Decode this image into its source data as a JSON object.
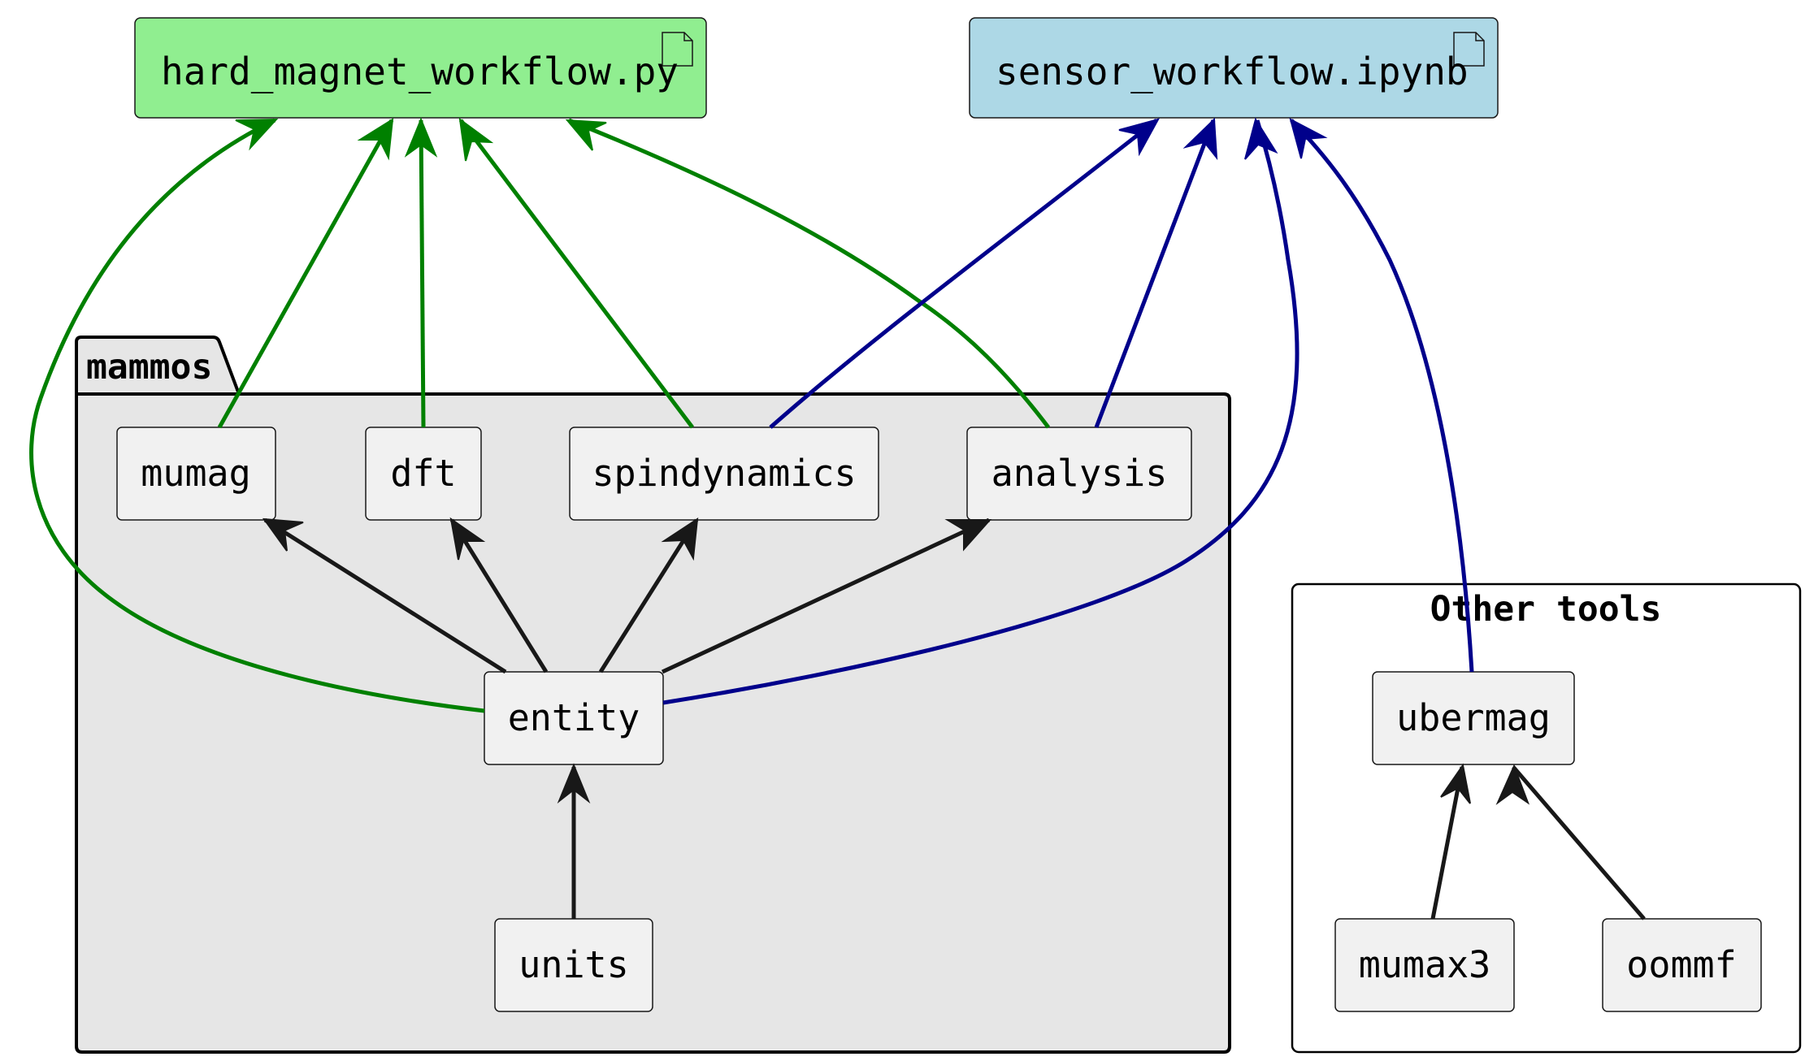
{
  "files": {
    "hard_magnet": {
      "label": "hard_magnet_workflow.py",
      "color": "#90ee90"
    },
    "sensor": {
      "label": "sensor_workflow.ipynb",
      "color": "#add8e6"
    }
  },
  "packages": {
    "mammos": {
      "label": "mammos",
      "fill": "#e6e6e6"
    },
    "other_tools": {
      "label": "Other tools",
      "fill": "#ffffff"
    }
  },
  "nodes": {
    "mumag": "mumag",
    "dft": "dft",
    "spindynamics": "spindynamics",
    "analysis": "analysis",
    "entity": "entity",
    "units": "units",
    "ubermag": "ubermag",
    "mumax3": "mumax3",
    "oommf": "oommf"
  },
  "colors": {
    "green_edge": "#008000",
    "blue_edge": "#00008b",
    "internal_edge": "#181818"
  },
  "edges": [
    {
      "from": "units",
      "to": "entity",
      "kind": "internal"
    },
    {
      "from": "entity",
      "to": "mumag",
      "kind": "internal"
    },
    {
      "from": "entity",
      "to": "dft",
      "kind": "internal"
    },
    {
      "from": "entity",
      "to": "spindynamics",
      "kind": "internal"
    },
    {
      "from": "entity",
      "to": "analysis",
      "kind": "internal"
    },
    {
      "from": "mumax3",
      "to": "ubermag",
      "kind": "internal"
    },
    {
      "from": "oommf",
      "to": "ubermag",
      "kind": "internal"
    },
    {
      "from": "entity",
      "to": "hard_magnet_workflow.py",
      "kind": "green"
    },
    {
      "from": "mumag",
      "to": "hard_magnet_workflow.py",
      "kind": "green"
    },
    {
      "from": "dft",
      "to": "hard_magnet_workflow.py",
      "kind": "green"
    },
    {
      "from": "spindynamics",
      "to": "hard_magnet_workflow.py",
      "kind": "green"
    },
    {
      "from": "analysis",
      "to": "hard_magnet_workflow.py",
      "kind": "green"
    },
    {
      "from": "spindynamics",
      "to": "sensor_workflow.ipynb",
      "kind": "blue"
    },
    {
      "from": "analysis",
      "to": "sensor_workflow.ipynb",
      "kind": "blue"
    },
    {
      "from": "entity",
      "to": "sensor_workflow.ipynb",
      "kind": "blue"
    },
    {
      "from": "ubermag",
      "to": "sensor_workflow.ipynb",
      "kind": "blue"
    }
  ]
}
